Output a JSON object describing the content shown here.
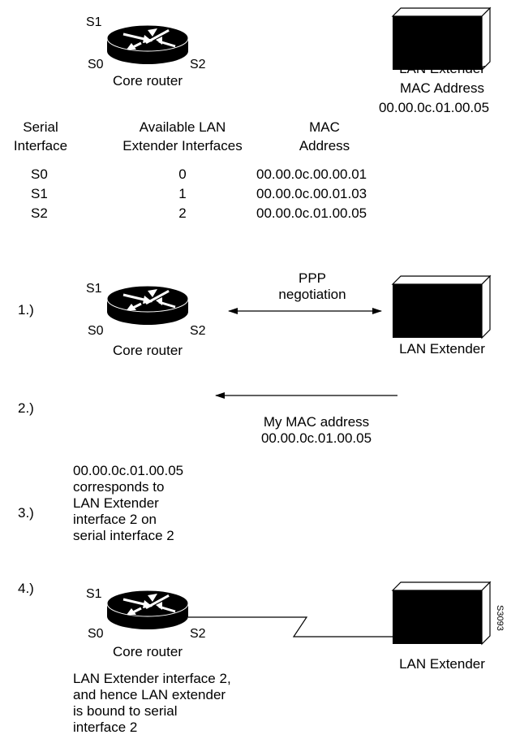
{
  "top": {
    "router": {
      "s1": "S1",
      "s0": "S0",
      "s2": "S2",
      "label": "Core router"
    },
    "extender": {
      "label": "LAN Extender",
      "mac_title": "MAC Address",
      "mac_value": "00.00.0c.01.00.05"
    }
  },
  "table": {
    "headers": [
      {
        "line1": "Serial",
        "line2": "Interface"
      },
      {
        "line1": "Available LAN",
        "line2": "Extender Interfaces"
      },
      {
        "line1": "MAC",
        "line2": "Address"
      }
    ],
    "rows": [
      {
        "serial": "S0",
        "ext": "0",
        "mac": "00.00.0c.00.00.01"
      },
      {
        "serial": "S1",
        "ext": "1",
        "mac": "00.00.0c.00.01.03"
      },
      {
        "serial": "S2",
        "ext": "2",
        "mac": "00.00.0c.01.00.05"
      }
    ]
  },
  "steps": {
    "s1": {
      "num": "1.)",
      "ppp": "PPP\nnegotiation"
    },
    "s2": {
      "num": "2.)",
      "msg": "My MAC address\n00.00.0c.01.00.05"
    },
    "s3": {
      "num": "3.)",
      "text": "00.00.0c.01.00.05\ncorresponds to\nLAN Extender\ninterface 2 on\nserial interface 2"
    },
    "s4": {
      "num": "4.)",
      "text": "LAN Extender interface 2,\nand hence LAN extender\nis bound to serial\ninterface 2"
    }
  },
  "router_label": "Core router",
  "extender_label": "LAN Extender",
  "ports": {
    "s0": "S0",
    "s1": "S1",
    "s2": "S2"
  },
  "figure_id": "S3093"
}
